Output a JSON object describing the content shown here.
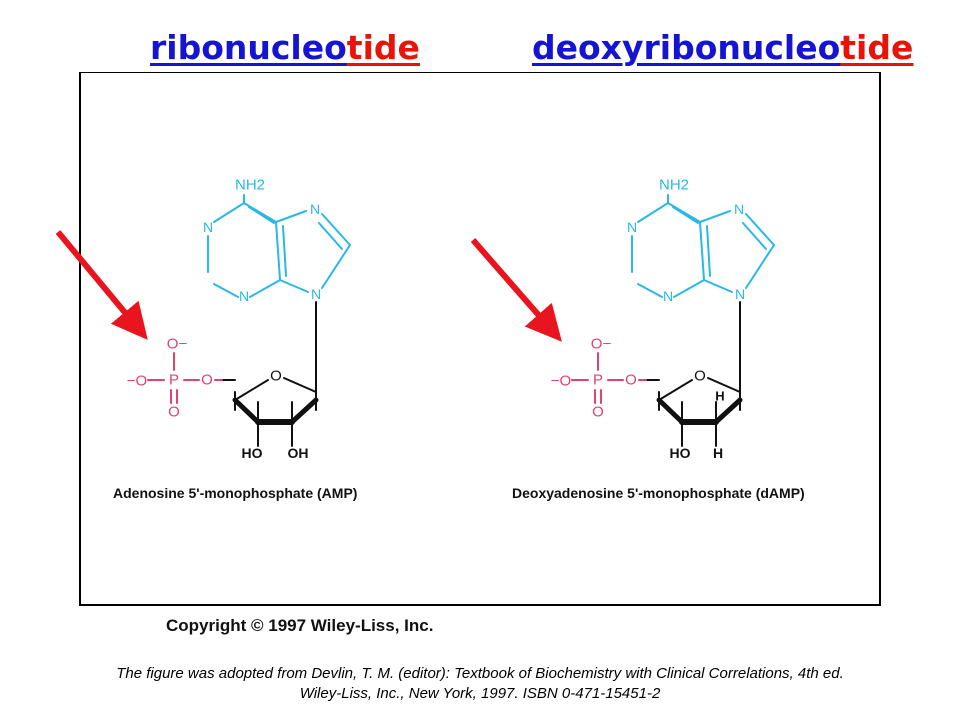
{
  "headings": {
    "left": {
      "segments": [
        {
          "text": "ribonucleo",
          "color": "#1414d2"
        },
        {
          "text": "tide",
          "color": "#e8140a"
        }
      ]
    },
    "right": {
      "segments": [
        {
          "text": "deoxy",
          "color": "#1414d2"
        },
        {
          "text": "ribonucleo",
          "color": "#1414d2"
        },
        {
          "text": "tide",
          "color": "#e8140a"
        }
      ]
    }
  },
  "colors": {
    "base": "#2ab8e6",
    "phosphate": "#e0436e",
    "sugar": "#111111",
    "arrow": "#e8141e",
    "heading_blue": "#1414d2",
    "heading_red": "#e8140a"
  },
  "left_molecule": {
    "amine": "NH2",
    "ring_nitrogen": "N",
    "ring_oxygen": "O",
    "phosphate": {
      "oxygen_top": "O−",
      "oxygen_left": "−O",
      "phosphorus": "P",
      "oxygen_right": "O",
      "oxygen_bottom": "O"
    },
    "substituent_left": "HO",
    "substituent_right": "OH",
    "name": "Adenosine 5'-monophosphate (AMP)"
  },
  "right_molecule": {
    "amine": "NH2",
    "ring_nitrogen": "N",
    "ring_oxygen": "O",
    "phosphate": {
      "oxygen_top": "O−",
      "oxygen_left": "−O",
      "phosphorus": "P",
      "oxygen_right": "O",
      "oxygen_bottom": "O"
    },
    "substituent_left": "HO",
    "substituent_right": "H",
    "ring_hydrogen": "H",
    "name": "Deoxyadenosine 5'-monophosphate (dAMP)"
  },
  "copyright": "Copyright © 1997 Wiley-Liss, Inc.",
  "citation": {
    "line1": "The figure was adopted from Devlin, T. M. (editor): Textbook of Biochemistry with Clinical Correlations, 4th ed.",
    "line2": "Wiley-Liss, Inc., New York, 1997. ISBN 0-471-15451-2"
  }
}
